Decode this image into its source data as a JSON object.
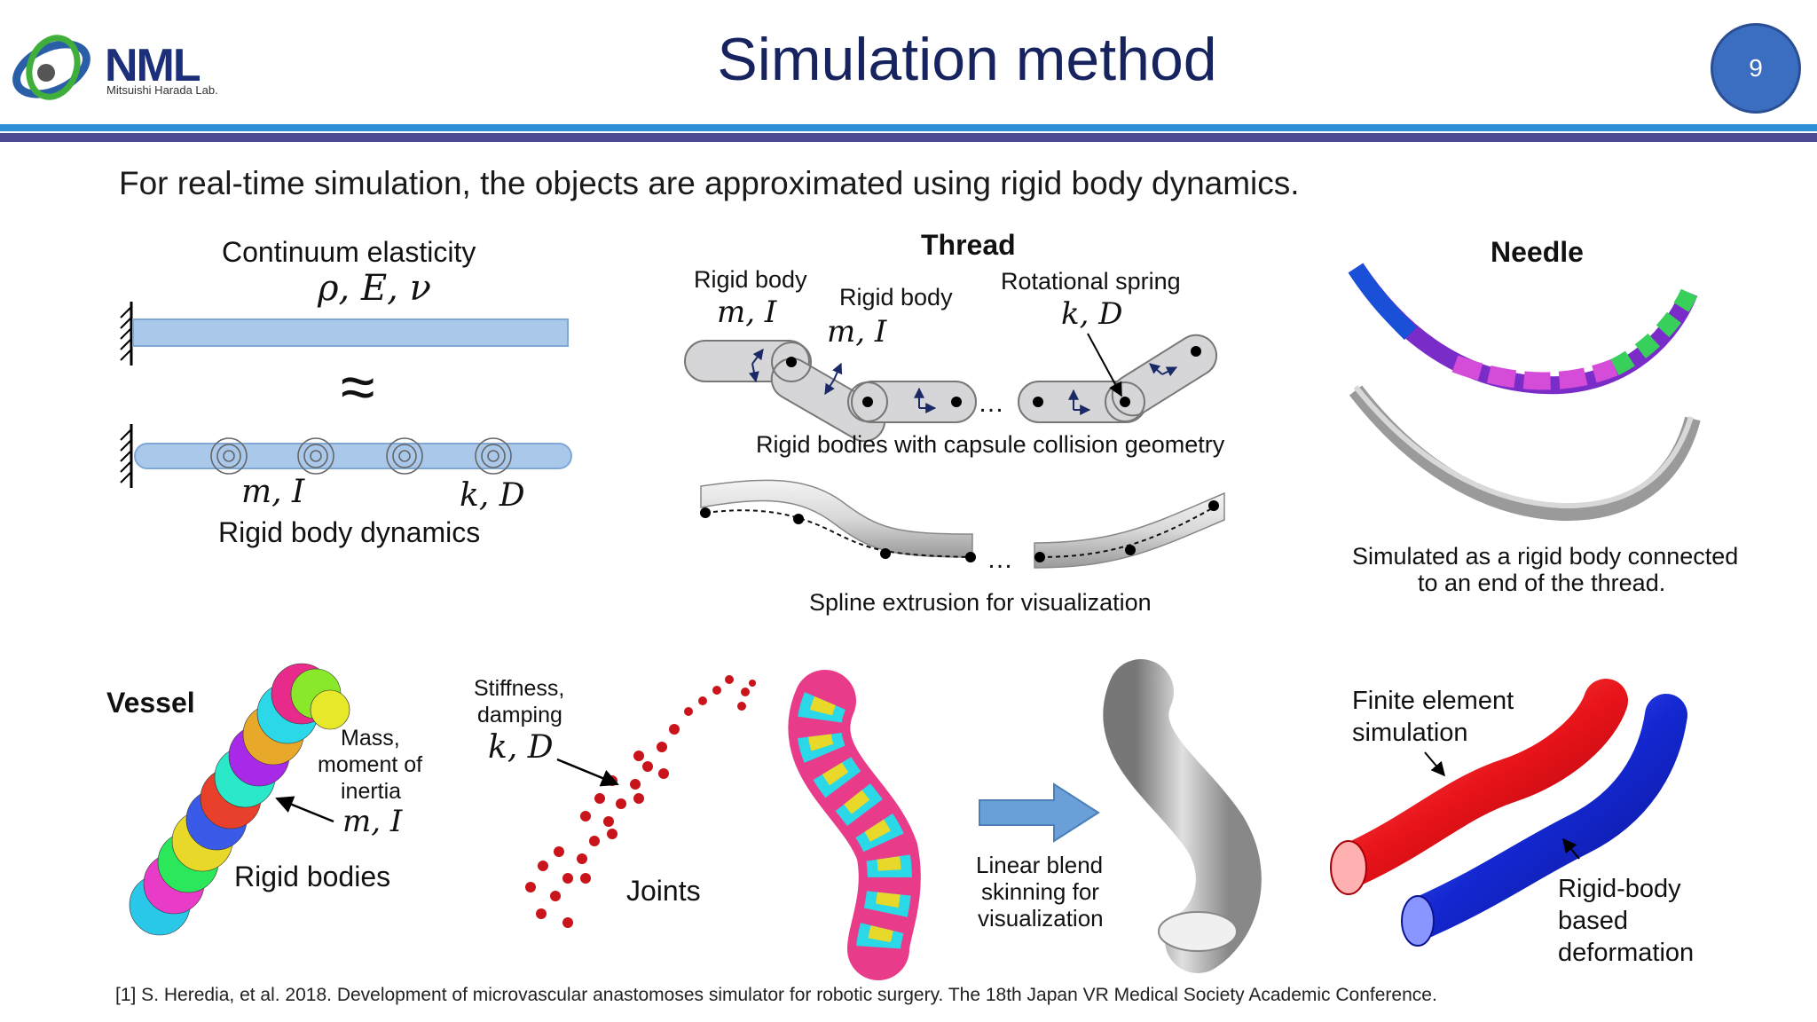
{
  "header": {
    "logo_mark": "NML",
    "logo_sub": "Mitsuishi Harada Lab.",
    "title": "Simulation method",
    "page_number": "9"
  },
  "intro": "For real-time simulation, the objects are approximated using rigid body dynamics.",
  "continuum": {
    "heading": "Continuum elasticity",
    "params": "ρ, E, ν",
    "approx": "≈",
    "mass_symbol": "m, I",
    "spring_symbol": "k, D",
    "caption": "Rigid body dynamics"
  },
  "thread": {
    "heading": "Thread",
    "rigid_body_1": "Rigid body",
    "rigid_body_1_symbol": "m, I",
    "rigid_body_2": "Rigid body",
    "rigid_body_2_symbol": "m, I",
    "rotational_spring": "Rotational spring",
    "rotational_spring_symbol": "k, D",
    "ellipsis_top": "…",
    "capsule_caption": "Rigid bodies with capsule collision geometry",
    "ellipsis_bottom": "…",
    "spline_caption": "Spline extrusion for visualization"
  },
  "needle": {
    "heading": "Needle",
    "caption_line1": "Simulated as a rigid body connected",
    "caption_line2": "to an end of the thread."
  },
  "vessel": {
    "heading": "Vessel",
    "mass_label_1": "Mass,",
    "mass_label_2": "moment of",
    "mass_label_3": "inertia",
    "mass_symbol": "m, I",
    "rigid_bodies_label": "Rigid bodies",
    "stiffness_label_1": "Stiffness,",
    "stiffness_label_2": "damping",
    "stiffness_symbol": "k, D",
    "joints_label": "Joints",
    "skinning_line1": "Linear blend",
    "skinning_line2": "skinning for",
    "skinning_line3": "visualization",
    "fem_line1": "Finite element",
    "fem_line2": "simulation",
    "rigid_line1": "Rigid-body",
    "rigid_line2": "based",
    "rigid_line3": "deformation"
  },
  "citation": "[1] S. Heredia, et al. 2018. Development of microvascular anastomoses simulator for robotic surgery. The 18th Japan VR Medical Society Academic Conference.",
  "colors": {
    "title": "#16235e",
    "accent_blue": "#2f8fd6",
    "accent_purple": "#4a4a93",
    "beam": "#a9c8ea",
    "arrow": "#6a9fd8",
    "fem_red": "#e8141a",
    "rigid_blue": "#1428d2"
  }
}
